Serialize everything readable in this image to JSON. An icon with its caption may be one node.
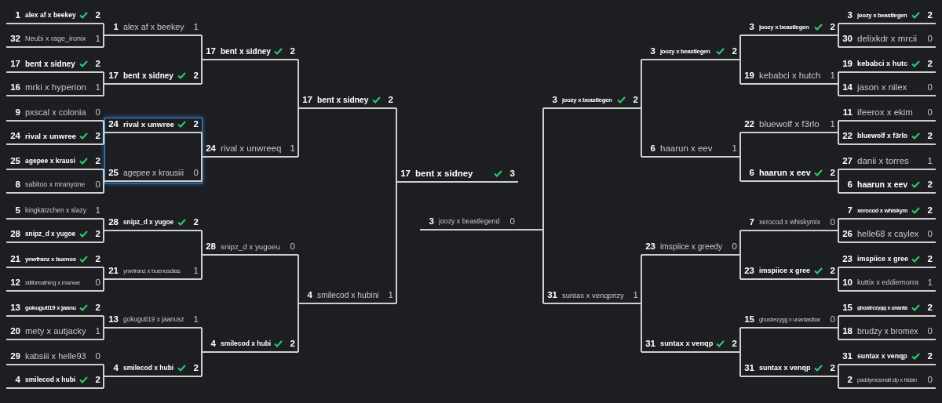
{
  "diagram": {
    "nodes": [
      {
        "text": [
          "1",
          "alex af x beekey",
          "2"
        ]
      },
      {
        "text": [
          "32",
          "Neubi x rage_ironix",
          "1"
        ]
      },
      {
        "text": [
          "17",
          "bent x sidney",
          "2"
        ]
      },
      {
        "text": [
          "16",
          "mrki x hyperion",
          "1"
        ]
      },
      {
        "text": [
          "9",
          "pxscal x colonia",
          "0"
        ]
      },
      {
        "text": [
          "24",
          "rival x unwree",
          "2"
        ]
      },
      {
        "text": [
          "25",
          "agepee x krausi",
          "2"
        ]
      },
      {
        "text": [
          "8",
          "sabitoo x mranyone",
          "0"
        ]
      },
      {
        "text": [
          "5",
          "kingkätzchen x slazy",
          "1"
        ]
      },
      {
        "text": [
          "28",
          "snipz_d x yugoe",
          "2"
        ]
      },
      {
        "text": [
          "21",
          "ynwfranz x buenos",
          "2"
        ]
      },
      {
        "text": [
          "12",
          "stillbreathing x manwe",
          "0"
        ]
      },
      {
        "text": [
          "13",
          "gokuguti19 x jaanu",
          "2"
        ]
      },
      {
        "text": [
          "20",
          "mety x autjacky",
          "1"
        ]
      },
      {
        "text": [
          "29",
          "kabsiii x helle93",
          "0"
        ]
      },
      {
        "text": [
          "4",
          "smilecod x hubi",
          "2"
        ]
      },
      {
        "text": [
          "1",
          "alex af x beekey",
          "1"
        ]
      },
      {
        "text": [
          "17",
          "bent x sidney",
          "2"
        ]
      },
      {
        "text": [
          "24",
          "rival x unwree",
          "2"
        ]
      },
      {
        "text": [
          "25",
          "agepee x krausiii",
          "0"
        ]
      },
      {
        "text": [
          "28",
          "snipz_d x yugoe",
          "2"
        ]
      },
      {
        "text": [
          "21",
          "ynwfranz x buenosdias",
          "1"
        ]
      },
      {
        "text": [
          "13",
          "gokuguti19 x jaanusz",
          "1"
        ]
      },
      {
        "text": [
          "4",
          "smilecod x hubi",
          "2"
        ]
      },
      {
        "text": [
          "17",
          "bent x sidney",
          "2"
        ]
      },
      {
        "text": [
          "24",
          "rival x unwreeq",
          "1"
        ]
      },
      {
        "text": [
          "28",
          "snipz_d x yugoeu",
          "0"
        ]
      },
      {
        "text": [
          "4",
          "smilecod x hubi",
          "2"
        ]
      },
      {
        "text": [
          "17",
          "bent x sidney",
          "2"
        ]
      },
      {
        "text": [
          "4",
          "smilecod x hubini",
          "1"
        ]
      },
      {
        "text": [
          "17",
          "bent x sidney",
          "3"
        ]
      },
      {
        "text": [
          "3",
          "joozy x beastlegend",
          "0"
        ]
      },
      {
        "text": [
          "3",
          "joozy x beastlegen",
          "2"
        ]
      },
      {
        "text": [
          "31",
          "suntax x venqprizy",
          "1"
        ]
      },
      {
        "text": [
          "3",
          "joozy x beastlegen",
          "2"
        ]
      },
      {
        "text": [
          "6",
          "haarun x eev",
          "1"
        ]
      },
      {
        "text": [
          "23",
          "imspiice x greedy",
          "0"
        ]
      },
      {
        "text": [
          "31",
          "suntax x venqp",
          "2"
        ]
      },
      {
        "text": [
          "3",
          "joozy x beastlegen",
          "2"
        ]
      },
      {
        "text": [
          "19",
          "kebabci x hutch",
          "1"
        ]
      },
      {
        "text": [
          "22",
          "bluewolf x f3rlo",
          "1"
        ]
      },
      {
        "text": [
          "6",
          "haarun x eev",
          "2"
        ]
      },
      {
        "text": [
          "7",
          "xerocod x whiskymix",
          "0"
        ]
      },
      {
        "text": [
          "23",
          "imspiice x gree",
          "2"
        ]
      },
      {
        "text": [
          "15",
          "ghostrezygg x unantastbar",
          "0"
        ]
      },
      {
        "text": [
          "31",
          "suntax x venqp",
          "2"
        ]
      },
      {
        "text": [
          "3",
          "joozy x beastlegen",
          "2"
        ]
      },
      {
        "text": [
          "30",
          "delixkdr x mrcii",
          "0"
        ]
      },
      {
        "text": [
          "19",
          "kebabci x hutc",
          "2"
        ]
      },
      {
        "text": [
          "14",
          "jason x nilex",
          "0"
        ]
      },
      {
        "text": [
          "11",
          "ifeerox x ekim",
          "0"
        ]
      },
      {
        "text": [
          "22",
          "bluewolf x f3rlo",
          "2"
        ]
      },
      {
        "text": [
          "27",
          "danii x torres",
          "1"
        ]
      },
      {
        "text": [
          "6",
          "haarun x eev",
          "2"
        ]
      },
      {
        "text": [
          "7",
          "xerocod x whiskym",
          "2"
        ]
      },
      {
        "text": [
          "26",
          "helle68 x caylex",
          "0"
        ]
      },
      {
        "text": [
          "23",
          "imspiice x gree",
          "2"
        ]
      },
      {
        "text": [
          "10",
          "kuttix x eddiemorra",
          "1"
        ]
      },
      {
        "text": [
          "15",
          "ghostrezygg x unanta",
          "2"
        ]
      },
      {
        "text": [
          "18",
          "brudzy x bromex",
          "0"
        ]
      },
      {
        "text": [
          "31",
          "suntax x venqp",
          "2"
        ]
      },
      {
        "text": [
          "2",
          "paddymcsmall zip x hidan",
          "0"
        ]
      }
    ],
    "edges": [
      {
        "from": 0,
        "to": 16,
        "arrow": "none"
      },
      {
        "from": 1,
        "to": 16,
        "arrow": "none"
      },
      {
        "from": 2,
        "to": 17,
        "arrow": "none"
      },
      {
        "from": 3,
        "to": 17,
        "arrow": "none"
      },
      {
        "from": 4,
        "to": 18,
        "arrow": "none"
      },
      {
        "from": 5,
        "to": 18,
        "arrow": "none"
      },
      {
        "from": 6,
        "to": 19,
        "arrow": "none"
      },
      {
        "from": 7,
        "to": 19,
        "arrow": "none"
      },
      {
        "from": 8,
        "to": 20,
        "arrow": "none"
      },
      {
        "from": 9,
        "to": 20,
        "arrow": "none"
      },
      {
        "from": 10,
        "to": 21,
        "arrow": "none"
      },
      {
        "from": 11,
        "to": 21,
        "arrow": "none"
      },
      {
        "from": 12,
        "to": 22,
        "arrow": "none"
      },
      {
        "from": 13,
        "to": 22,
        "arrow": "none"
      },
      {
        "from": 14,
        "to": 23,
        "arrow": "none"
      },
      {
        "from": 15,
        "to": 23,
        "arrow": "none"
      },
      {
        "from": 16,
        "to": 24,
        "arrow": "none"
      },
      {
        "from": 17,
        "to": 24,
        "arrow": "none"
      },
      {
        "from": 18,
        "to": 25,
        "arrow": "none"
      },
      {
        "from": 19,
        "to": 25,
        "arrow": "none"
      },
      {
        "from": 20,
        "to": 26,
        "arrow": "none"
      },
      {
        "from": 21,
        "to": 26,
        "arrow": "none"
      },
      {
        "from": 22,
        "to": 27,
        "arrow": "none"
      },
      {
        "from": 23,
        "to": 27,
        "arrow": "none"
      },
      {
        "from": 24,
        "to": 28,
        "arrow": "none"
      },
      {
        "from": 25,
        "to": 28,
        "arrow": "none"
      },
      {
        "from": 26,
        "to": 29,
        "arrow": "none"
      },
      {
        "from": 27,
        "to": 29,
        "arrow": "none"
      },
      {
        "from": 28,
        "to": 30,
        "arrow": "none"
      },
      {
        "from": 29,
        "to": 30,
        "arrow": "none"
      },
      {
        "from": 32,
        "to": 31,
        "arrow": "none"
      },
      {
        "from": 33,
        "to": 31,
        "arrow": "none"
      },
      {
        "from": 34,
        "to": 32,
        "arrow": "none"
      },
      {
        "from": 35,
        "to": 32,
        "arrow": "none"
      },
      {
        "from": 36,
        "to": 33,
        "arrow": "none"
      },
      {
        "from": 37,
        "to": 33,
        "arrow": "none"
      },
      {
        "from": 38,
        "to": 34,
        "arrow": "none"
      },
      {
        "from": 39,
        "to": 34,
        "arrow": "none"
      },
      {
        "from": 40,
        "to": 35,
        "arrow": "none"
      },
      {
        "from": 41,
        "to": 35,
        "arrow": "none"
      },
      {
        "from": 42,
        "to": 36,
        "arrow": "none"
      },
      {
        "from": 43,
        "to": 36,
        "arrow": "none"
      },
      {
        "from": 44,
        "to": 37,
        "arrow": "none"
      },
      {
        "from": 45,
        "to": 37,
        "arrow": "none"
      },
      {
        "from": 46,
        "to": 38,
        "arrow": "none"
      },
      {
        "from": 47,
        "to": 38,
        "arrow": "none"
      },
      {
        "from": 48,
        "to": 39,
        "arrow": "none"
      },
      {
        "from": 49,
        "to": 39,
        "arrow": "none"
      },
      {
        "from": 50,
        "to": 40,
        "arrow": "none"
      },
      {
        "from": 51,
        "to": 40,
        "arrow": "none"
      },
      {
        "from": 52,
        "to": 41,
        "arrow": "none"
      },
      {
        "from": 53,
        "to": 41,
        "arrow": "none"
      },
      {
        "from": 54,
        "to": 42,
        "arrow": "none"
      },
      {
        "from": 55,
        "to": 42,
        "arrow": "none"
      },
      {
        "from": 56,
        "to": 43,
        "arrow": "none"
      },
      {
        "from": 57,
        "to": 43,
        "arrow": "none"
      },
      {
        "from": 58,
        "to": 44,
        "arrow": "none"
      },
      {
        "from": 59,
        "to": 44,
        "arrow": "none"
      },
      {
        "from": 60,
        "to": 45,
        "arrow": "none"
      },
      {
        "from": 61,
        "to": 45,
        "arrow": "none"
      }
    ]
  }
}
